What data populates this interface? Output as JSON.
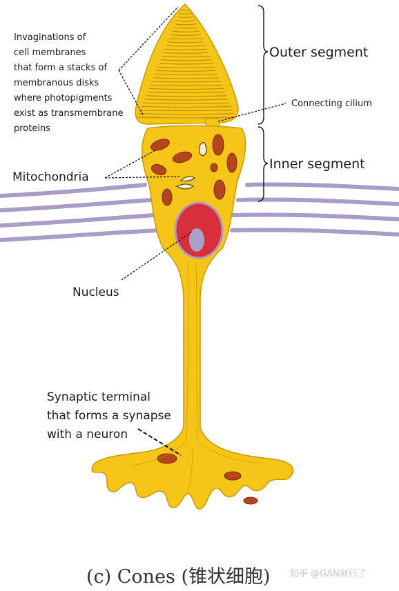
{
  "labels": {
    "invagination_lines": [
      "Invaginations of",
      "cell membranes",
      "that form a stacks of",
      "membranous disks",
      "where photopigments",
      "exist as transmembrane",
      "proteins"
    ],
    "outer_segment": "Outer segment",
    "connecting_cilium": "Connecting cilium",
    "inner_segment": "Inner segment",
    "mitochondria": "Mitochondria",
    "nucleus": "Nucleus",
    "synaptic_lines": [
      "Synaptic terminal",
      "that forms a synapse",
      "with a neuron"
    ]
  },
  "caption": "(c) Cones (锥状细胞)",
  "watermark": "知乎 @GAN就行了",
  "colors": {
    "cell": "#f5c518",
    "cell_outline": "#c49a00",
    "disk_line": "#b8860b",
    "mitochondria": "#b5451b",
    "nucleus": "#d7303a",
    "nucleolus": "#a9a3c9",
    "membrane_bands": "#a99cc6"
  }
}
